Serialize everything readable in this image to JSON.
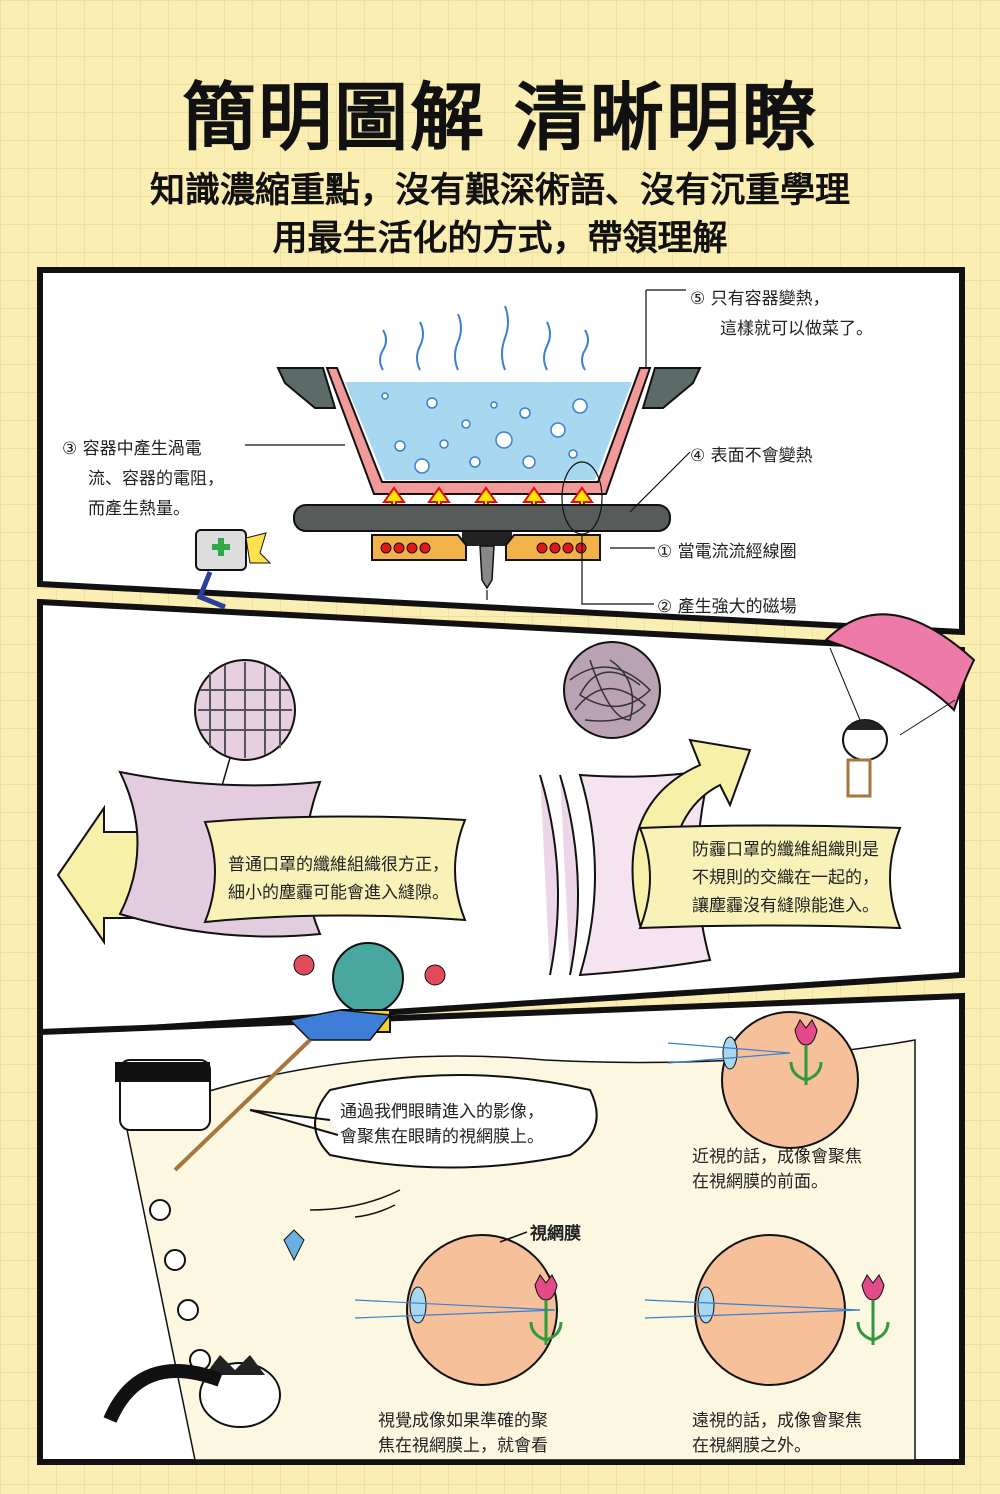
{
  "header": {
    "title": "簡明圖解 清晰明瞭",
    "subtitle_line1": "知識濃縮重點，沒有艱深術語、沒有沉重學理",
    "subtitle_line2": "用最生活化的方式，帶領理解"
  },
  "panel_induction": {
    "label5_line1": "⑤ 只有容器變熱，",
    "label5_line2": "這樣就可以做菜了。",
    "label3_line1": "③ 容器中產生渦電",
    "label3_line2": "流、容器的電阻，",
    "label3_line3": "而產生熱量。",
    "label4": "④ 表面不會變熱",
    "label1": "① 當電流流經線圈",
    "label2": "② 產生強大的磁場"
  },
  "panel_mask": {
    "left_line1": "普通口罩的纖維組織很方正，",
    "left_line2": "細小的塵霾可能會進入縫隙。",
    "right_line1": "防霾口罩的纖維組織則是",
    "right_line2": "不規則的交織在一起的，",
    "right_line3": "讓塵霾沒有縫隙能進入。"
  },
  "panel_eye": {
    "bubble_line1": "通過我們眼睛進入的影像，",
    "bubble_line2": "會聚焦在眼睛的視網膜上。",
    "myopia_line1": "近視的話，成像會聚焦",
    "myopia_line2": "在視網膜的前面。",
    "retina_label": "視網膜",
    "normal_line1": "視覺成像如果準確的聚",
    "normal_line2": "焦在視網膜上，就會看",
    "hyperopia_line1": "遠視的話，成像會聚焦",
    "hyperopia_line2": "在視網膜之外。"
  },
  "colors": {
    "background": "#fbeeb3",
    "water": "#a8d8ef",
    "pot": "#f29a9a",
    "eye": "#f6c09a"
  }
}
